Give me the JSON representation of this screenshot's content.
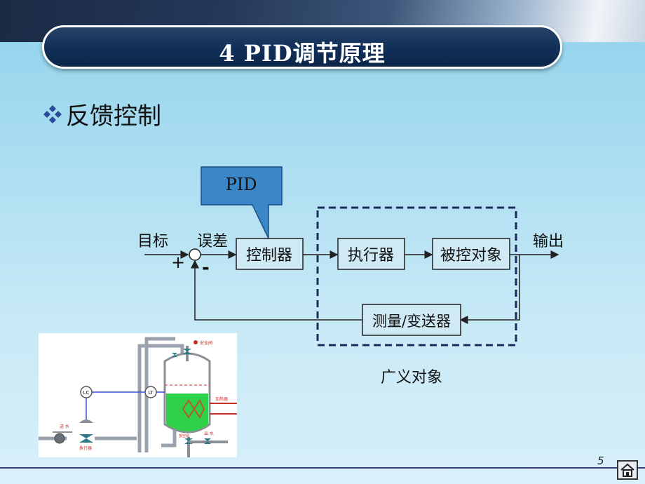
{
  "slide": {
    "title": "4    PID调节原理",
    "bullet": "反馈控制",
    "page_number": "5"
  },
  "diagram": {
    "callout": "PID",
    "input_label": "目标",
    "error_label": "误差",
    "plus_sign": "+",
    "minus_sign": "-",
    "output_label": "输出",
    "controller": "控制器",
    "actuator": "执行器",
    "process": "被控对象",
    "sensor": "测量/变送器",
    "generalized_label": "广义对象"
  },
  "process_figure": {
    "lc": "LC",
    "lt": "LT",
    "inlet": "进 水",
    "outlet": "出 水",
    "safety_valve": "安全阀",
    "heater": "加热器",
    "actuator_small": "执行器",
    "drain": "放空阀"
  },
  "colors": {
    "title_bg": "#12305a",
    "box_fill": "#cfe9f5",
    "callout_fill": "#3a86c6",
    "dashed_border": "#1c2a5e",
    "liquid": "#2fd14a"
  }
}
